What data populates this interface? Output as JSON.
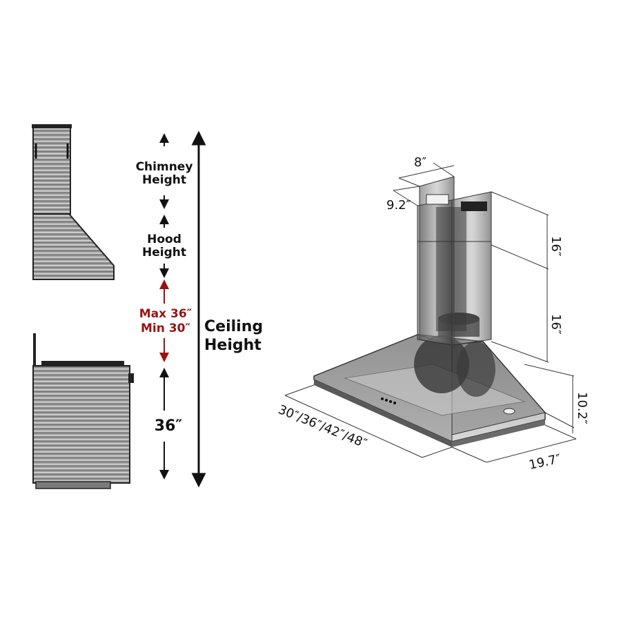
{
  "left_diagram": {
    "chimney_label_line1": "Chimney",
    "chimney_label_line2": "Height",
    "hood_label_line1": "Hood",
    "hood_label_line2": "Height",
    "gap_label_line1": "Max 36″",
    "gap_label_line2": "Min 30″",
    "counter_label": "36″",
    "ceiling_label_line1": "Ceiling",
    "ceiling_label_line2": "Height"
  },
  "right_diagram": {
    "chimney_width": "8″",
    "chimney_depth": "9.2″",
    "upper_chimney_height": "16″",
    "lower_chimney_height": "16″",
    "hood_height": "10.2″",
    "hood_widths": "30″/36″/42″/48″",
    "hood_depth": "19.7″"
  },
  "colors": {
    "dark": "#111111",
    "accent_red": "#9b1111",
    "steel_dark": "#5e5e5e",
    "steel_light": "#c9c9c9"
  }
}
